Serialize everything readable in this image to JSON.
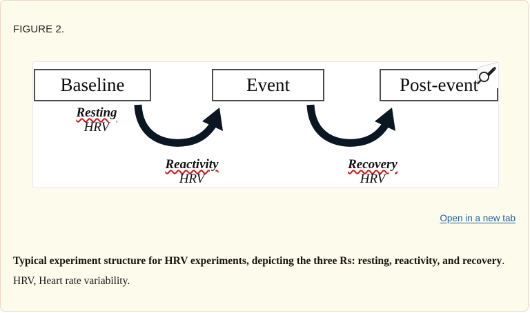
{
  "card": {
    "background_color": "#fdfbec",
    "border_color": "#f2d5c4"
  },
  "figure_label": "FIGURE 2.",
  "figure": {
    "stages": [
      {
        "name": "baseline",
        "label": "Baseline"
      },
      {
        "name": "event",
        "label": "Event"
      },
      {
        "name": "post-event",
        "label": "Post-event"
      }
    ],
    "phases": [
      {
        "name": "resting",
        "title": "Resting",
        "subtitle": "HRV",
        "spellcheck_underline": true
      },
      {
        "name": "reactivity",
        "title": "Reactivity",
        "subtitle": "HRV",
        "spellcheck_underline": true
      },
      {
        "name": "recovery",
        "title": "Recovery",
        "subtitle": "HRV",
        "spellcheck_underline": true
      }
    ],
    "arrows": [
      {
        "name": "reactivity-arrow",
        "from": "baseline",
        "to": "event",
        "color": "#0a1722"
      },
      {
        "name": "recovery-arrow",
        "from": "event",
        "to": "post-event",
        "color": "#0a1722"
      }
    ],
    "overlay_icon": "magnifier-pencil-icon"
  },
  "open_in_new_tab": {
    "label": "Open in a new tab",
    "color": "#1a5fa8"
  },
  "caption": {
    "bold_text": "Typical experiment structure for HRV experiments, depicting the three Rs: resting, reactivity, and recovery",
    "rest_text": ". HRV, Heart rate variability."
  }
}
